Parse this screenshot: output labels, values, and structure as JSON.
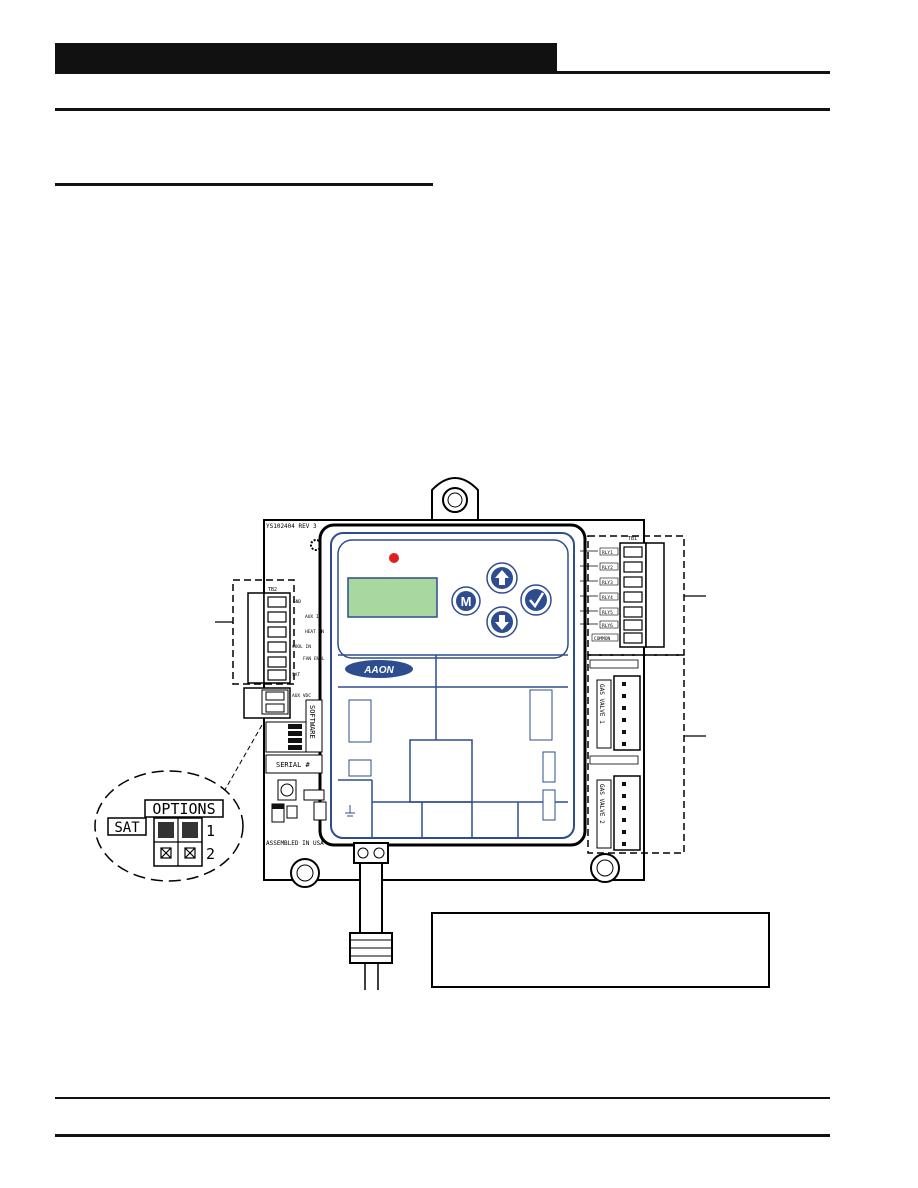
{
  "header": {
    "bar_color": "#111111"
  },
  "board": {
    "revision": "YS102404 REV 3",
    "assembled": "ASSEMBLED IN USA",
    "software_label": "SOFTWARE",
    "serial_label": "SERIAL #",
    "brand": "AAON",
    "mode_button": "M",
    "tb1_label": "TB1",
    "tb2_label": "TB2",
    "right_terminals": [
      "RLY1",
      "RLY2",
      "RLY3",
      "RLY4",
      "RLY5",
      "RLY6",
      "COMMON"
    ],
    "left_terminals": [
      "GND",
      "AUX IN",
      "HEAT IN",
      "COOL IN",
      "FAN ENBL",
      "SAT",
      "AUX VDC"
    ],
    "gas_valve_1": "GAS VALVE 1",
    "gas_valve_2": "GAS VALVE 2",
    "led_color": "#e02020",
    "lcd_color": "#a8d8a0",
    "button_color": "#2e4d8f"
  },
  "callout": {
    "options_label": "OPTIONS",
    "sat_label": "SAT",
    "row1": "1",
    "row2": "2"
  }
}
